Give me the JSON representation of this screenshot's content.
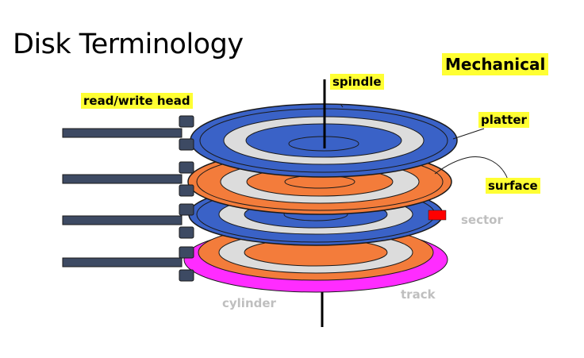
{
  "title": "Disk Terminology",
  "labels": {
    "mechanical": "Mechanical",
    "read_write_head": "read/write head",
    "spindle": "spindle",
    "platter": "platter",
    "surface": "surface",
    "sector": "sector",
    "track": "track",
    "cylinder": "cylinder"
  },
  "colors": {
    "platter_blue": "#3a62c7",
    "platter_orange": "#f37c3b",
    "platter_magenta": "#ff2cff",
    "track_light": "#dcdcdc",
    "arm": "#3d4a63",
    "sector_red": "#ff0000",
    "highlight": "#ffff33",
    "muted_label": "#bfbfbf"
  }
}
